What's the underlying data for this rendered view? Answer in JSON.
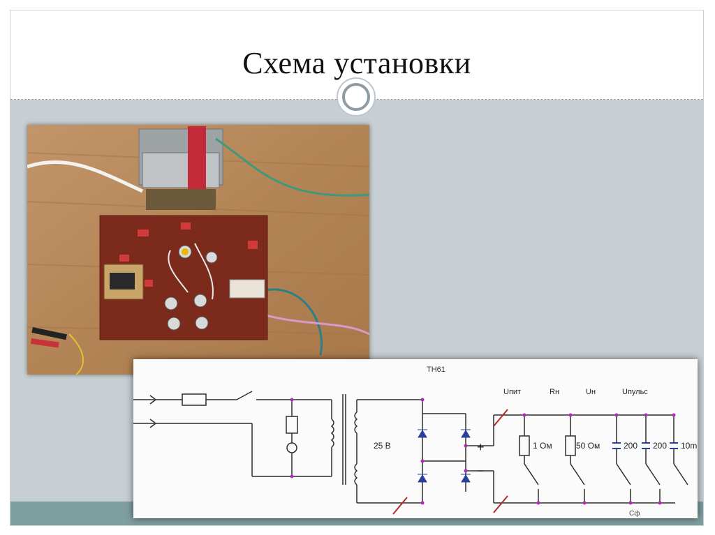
{
  "slide": {
    "title": "Схема установки"
  },
  "schematic": {
    "top_label": "ТН61",
    "voltage_label": "25 В",
    "plus_label": "+",
    "minus_label": "−",
    "headers": {
      "u_pit": "Uпит",
      "r_n": "Rн",
      "u_n": "Uн",
      "u_puls": "Uпульс"
    },
    "components": {
      "r1": "1 Ом",
      "r2": "50 Ом",
      "c1": "200",
      "c2": "200",
      "c3": "10m"
    },
    "bottom_label": "Сф"
  },
  "colors": {
    "slide_bg": "#c7cfd4",
    "band": "#7f9ea0",
    "wire": "#2d2d2d",
    "node": "#b02ab8",
    "component": "#2a3f9a"
  }
}
